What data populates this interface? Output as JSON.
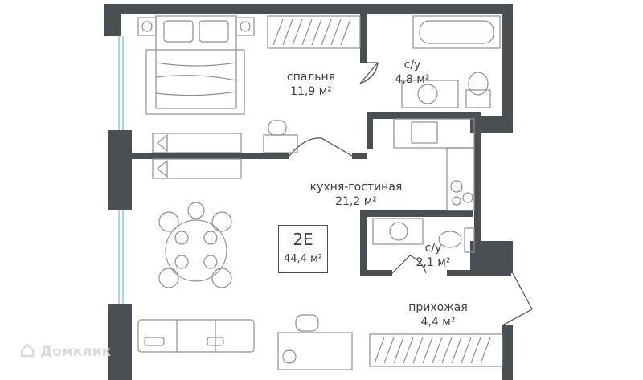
{
  "rooms": {
    "bedroom": {
      "name": "спальня",
      "area": "11,9 м²"
    },
    "bath_large": {
      "name": "с/у",
      "area": "4,8 м²"
    },
    "kitchen_living": {
      "name": "кухня-гостиная",
      "area": "21,2 м²"
    },
    "bath_small": {
      "name": "с/у",
      "area": "2,1 м²"
    },
    "hallway": {
      "name": "прихожая",
      "area": "4,4 м²"
    }
  },
  "apartment": {
    "type": "2E",
    "total_area": "44,4 м²"
  },
  "watermark": {
    "text": "Домклик"
  },
  "colors": {
    "wall": "#4a4f54",
    "furniture": "#8a9096",
    "window": "#a9d8e3",
    "ink": "#3a3f44"
  }
}
